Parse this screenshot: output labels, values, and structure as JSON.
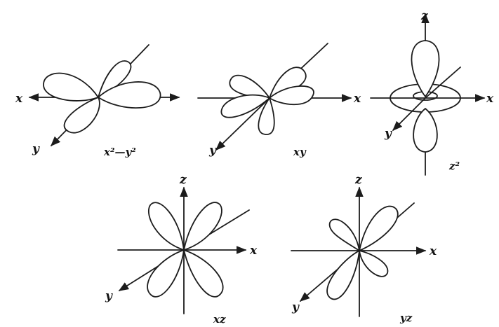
{
  "colors": {
    "ink": "#1c1c1c",
    "background": "#ffffff"
  },
  "diagrams": [
    {
      "id": "x2-y2",
      "caption": "x²—y²",
      "axes": {
        "x": "x",
        "y": "y"
      }
    },
    {
      "id": "xy",
      "caption": "xy",
      "axes": {
        "x": "x",
        "y": "y"
      }
    },
    {
      "id": "z2",
      "caption": "z²",
      "axes": {
        "x": "x",
        "y": "y",
        "z": "z"
      }
    },
    {
      "id": "xz",
      "caption": "xz",
      "axes": {
        "x": "x",
        "y": "y",
        "z": "z"
      }
    },
    {
      "id": "yz",
      "caption": "yz",
      "axes": {
        "x": "x",
        "y": "y",
        "z": "z"
      }
    }
  ]
}
